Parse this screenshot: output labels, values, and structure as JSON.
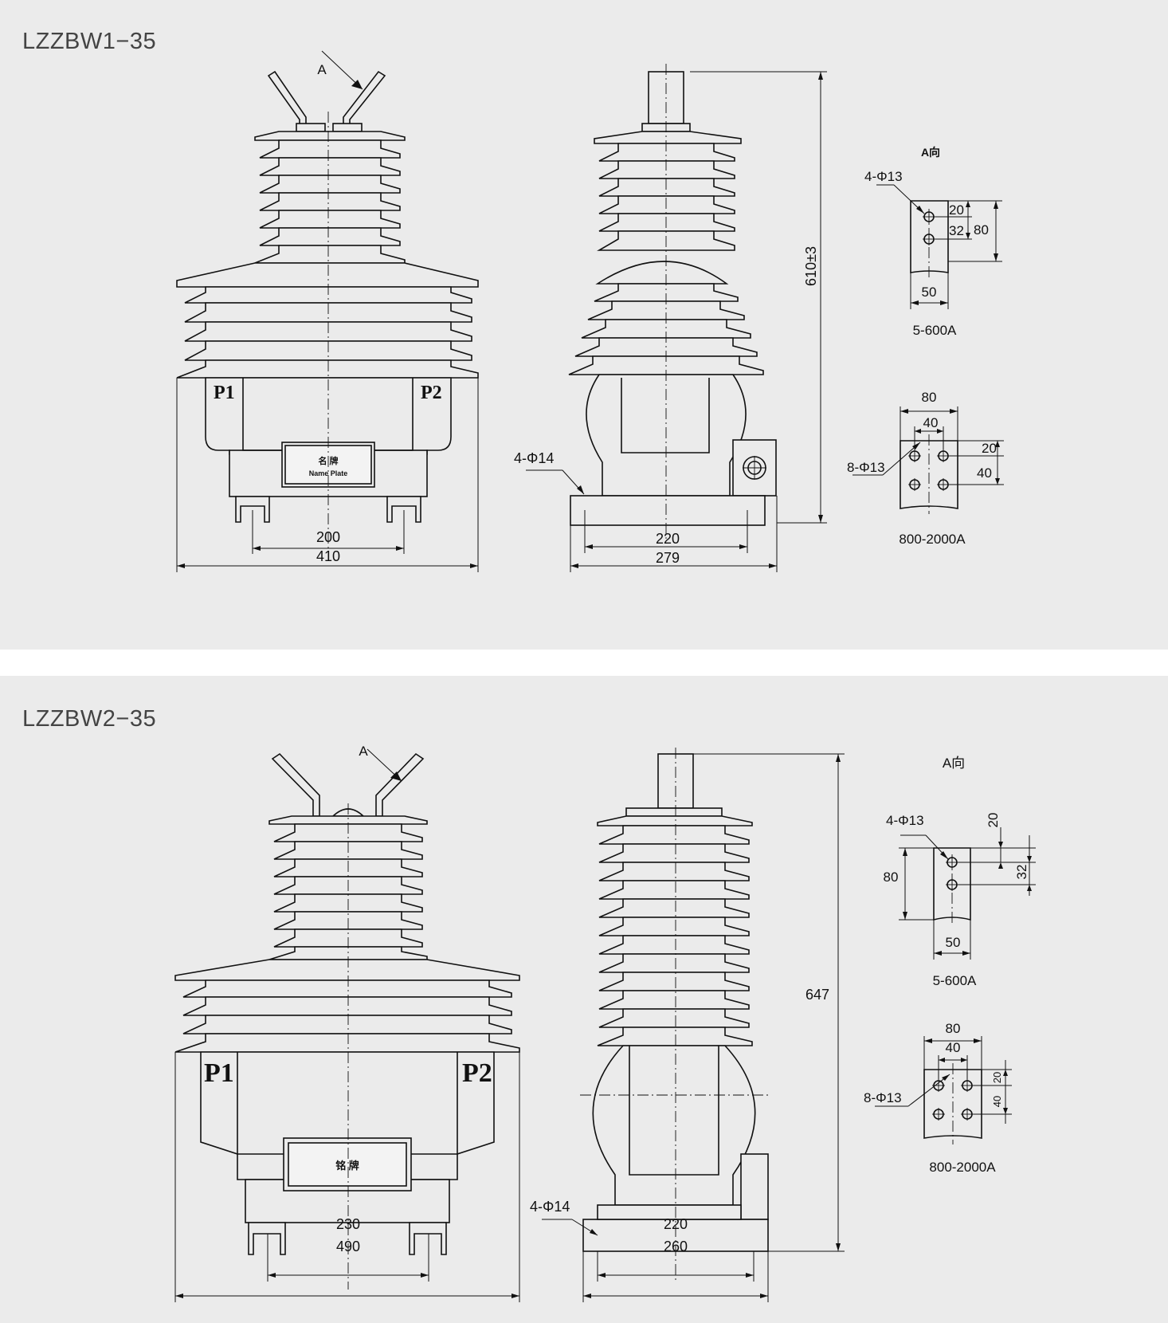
{
  "panels": [
    {
      "title": "LZZBW1−35",
      "view_arrow": "A",
      "terminal_left": "P1",
      "terminal_right": "P2",
      "nameplate_line1": "名 牌",
      "nameplate_line2": "Name Plate",
      "front_dims": {
        "inner": "200",
        "outer": "410"
      },
      "side_dims": {
        "mount_holes": "4-Φ14",
        "inner": "220",
        "outer": "279",
        "height": "610±3"
      },
      "detail_title": "A向",
      "detail_small": {
        "holes": "4-Φ13",
        "d1": "20",
        "d2": "32",
        "d3": "80",
        "width": "50",
        "range": "5-600A"
      },
      "detail_large": {
        "holes": "8-Φ13",
        "w1": "80",
        "w2": "40",
        "d1": "20",
        "d2": "40",
        "range": "800-2000A"
      }
    },
    {
      "title": "LZZBW2−35",
      "view_arrow": "A",
      "terminal_left": "P1",
      "terminal_right": "P2",
      "nameplate_line1": "铭 牌",
      "front_dims": {
        "inner": "230",
        "outer": "490"
      },
      "side_dims": {
        "mount_holes": "4-Φ14",
        "inner": "220",
        "outer": "260",
        "height": "647"
      },
      "detail_title": "A向",
      "detail_small": {
        "holes": "4-Φ13",
        "d1": "20",
        "d2": "32",
        "d3": "80",
        "width": "50",
        "range": "5-600A"
      },
      "detail_large": {
        "holes": "8-Φ13",
        "w1": "80",
        "w2": "40",
        "d1": "20",
        "d2": "40",
        "range": "800-2000A"
      }
    }
  ]
}
